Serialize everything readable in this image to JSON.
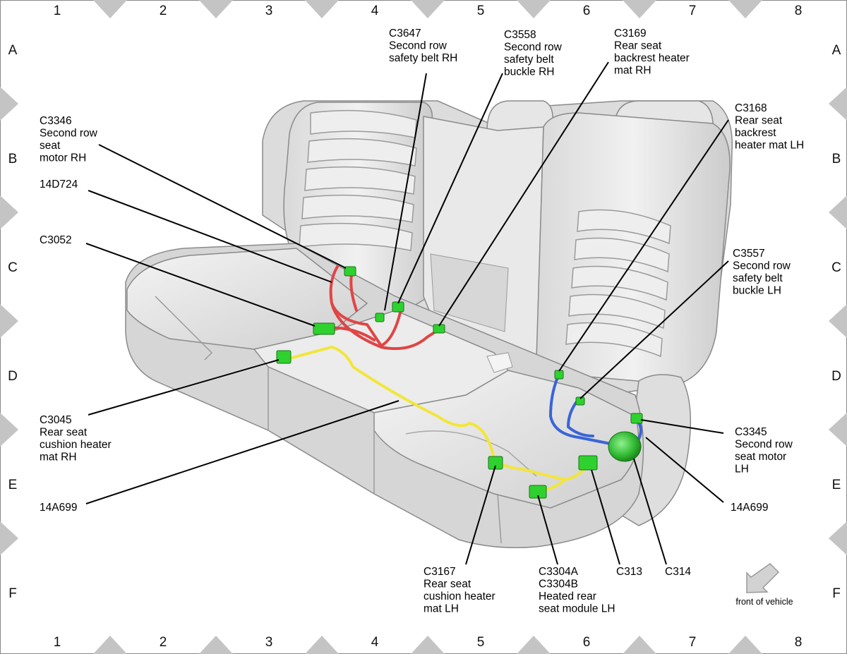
{
  "grid": {
    "columns": [
      "1",
      "2",
      "3",
      "4",
      "5",
      "6",
      "7",
      "8"
    ],
    "rows": [
      "A",
      "B",
      "C",
      "D",
      "E",
      "F"
    ]
  },
  "callouts": {
    "c3647": [
      "C3647",
      "Second row",
      "safety belt RH"
    ],
    "c3558": [
      "C3558",
      "Second row",
      "safety belt",
      "buckle RH"
    ],
    "c3169": [
      "C3169",
      "Rear seat",
      "backrest heater",
      "mat RH"
    ],
    "c3346": [
      "C3346",
      "Second row",
      "seat",
      "motor RH"
    ],
    "c3168": [
      "C3168",
      "Rear seat",
      "backrest",
      "heater mat LH"
    ],
    "w14d724": [
      "14D724"
    ],
    "c3052": [
      "C3052"
    ],
    "c3557": [
      "C3557",
      "Second row",
      "safety belt",
      "buckle LH"
    ],
    "c3045": [
      "C3045",
      "Rear seat",
      "cushion heater",
      "mat RH"
    ],
    "c3345": [
      "C3345",
      "Second row",
      "seat motor",
      "LH"
    ],
    "w14a699_left": [
      "14A699"
    ],
    "w14a699_right": [
      "14A699"
    ],
    "c3167": [
      "C3167",
      "Rear seat",
      "cushion heater",
      "mat LH"
    ],
    "c3304": [
      "C3304A",
      "C3304B",
      "Heated rear",
      "seat module LH"
    ],
    "c313": [
      "C313"
    ],
    "c314": [
      "C314"
    ]
  },
  "orientation": {
    "label": "front of vehicle",
    "icon": "arrow-down-left-icon"
  },
  "colors": {
    "connector": "#2fd12f",
    "harness_red": "#e04545",
    "harness_yellow": "#f2e63a",
    "harness_blue": "#3a64d8",
    "seat": "#e3e3e3",
    "frame_triangle": "#c4c4c4"
  }
}
